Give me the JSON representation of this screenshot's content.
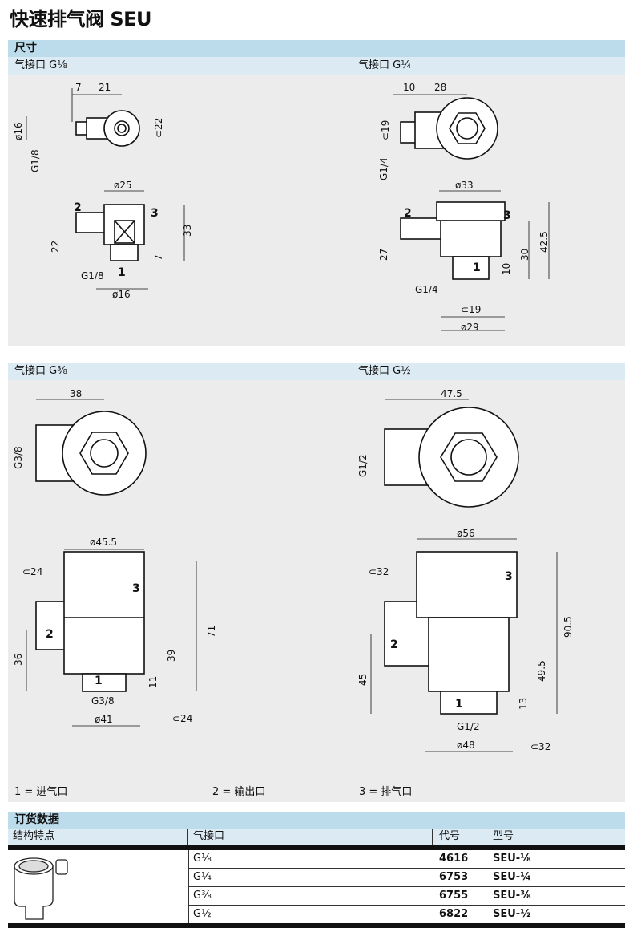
{
  "title": "快速排气阀 SEU",
  "dimensions": {
    "section_label": "尺寸",
    "views": [
      {
        "label": "气接口 G⅛",
        "dims": [
          "7",
          "21",
          "ø16",
          "G1/8",
          "⊂22",
          "ø25",
          "2",
          "3",
          "33",
          "22",
          "7",
          "G1/8",
          "1",
          "ø16"
        ]
      },
      {
        "label": "气接口 G¼",
        "dims": [
          "10",
          "28",
          "⊂19",
          "G1/4",
          "ø33",
          "2",
          "3",
          "42.5",
          "27",
          "30",
          "10",
          "1",
          "G1/4",
          "⊂19",
          "ø29"
        ]
      },
      {
        "label": "气接口 G⅜",
        "dims": [
          "38",
          "G3/8",
          "ø45.5",
          "⊂24",
          "3",
          "2",
          "71",
          "36",
          "39",
          "11",
          "1",
          "G3/8",
          "⊂24",
          "ø41"
        ]
      },
      {
        "label": "气接口 G½",
        "dims": [
          "47.5",
          "G1/2",
          "ø56",
          "⊂32",
          "3",
          "2",
          "90.5",
          "49.5",
          "45",
          "13",
          "1",
          "G1/2",
          "⊂32",
          "ø48"
        ]
      }
    ],
    "legend": [
      "1 = 进气口",
      "2 = 输出口",
      "3 = 排气口"
    ]
  },
  "ordering": {
    "section_label": "订货数据",
    "headers": [
      "结构特点",
      "气接口",
      "代号",
      "型号"
    ],
    "rows": [
      {
        "port": "G⅛",
        "code": "4616",
        "type": "SEU-⅛"
      },
      {
        "port": "G¼",
        "code": "6753",
        "type": "SEU-¼"
      },
      {
        "port": "G⅜",
        "code": "6755",
        "type": "SEU-⅜"
      },
      {
        "port": "G½",
        "code": "6822",
        "type": "SEU-½"
      }
    ]
  }
}
